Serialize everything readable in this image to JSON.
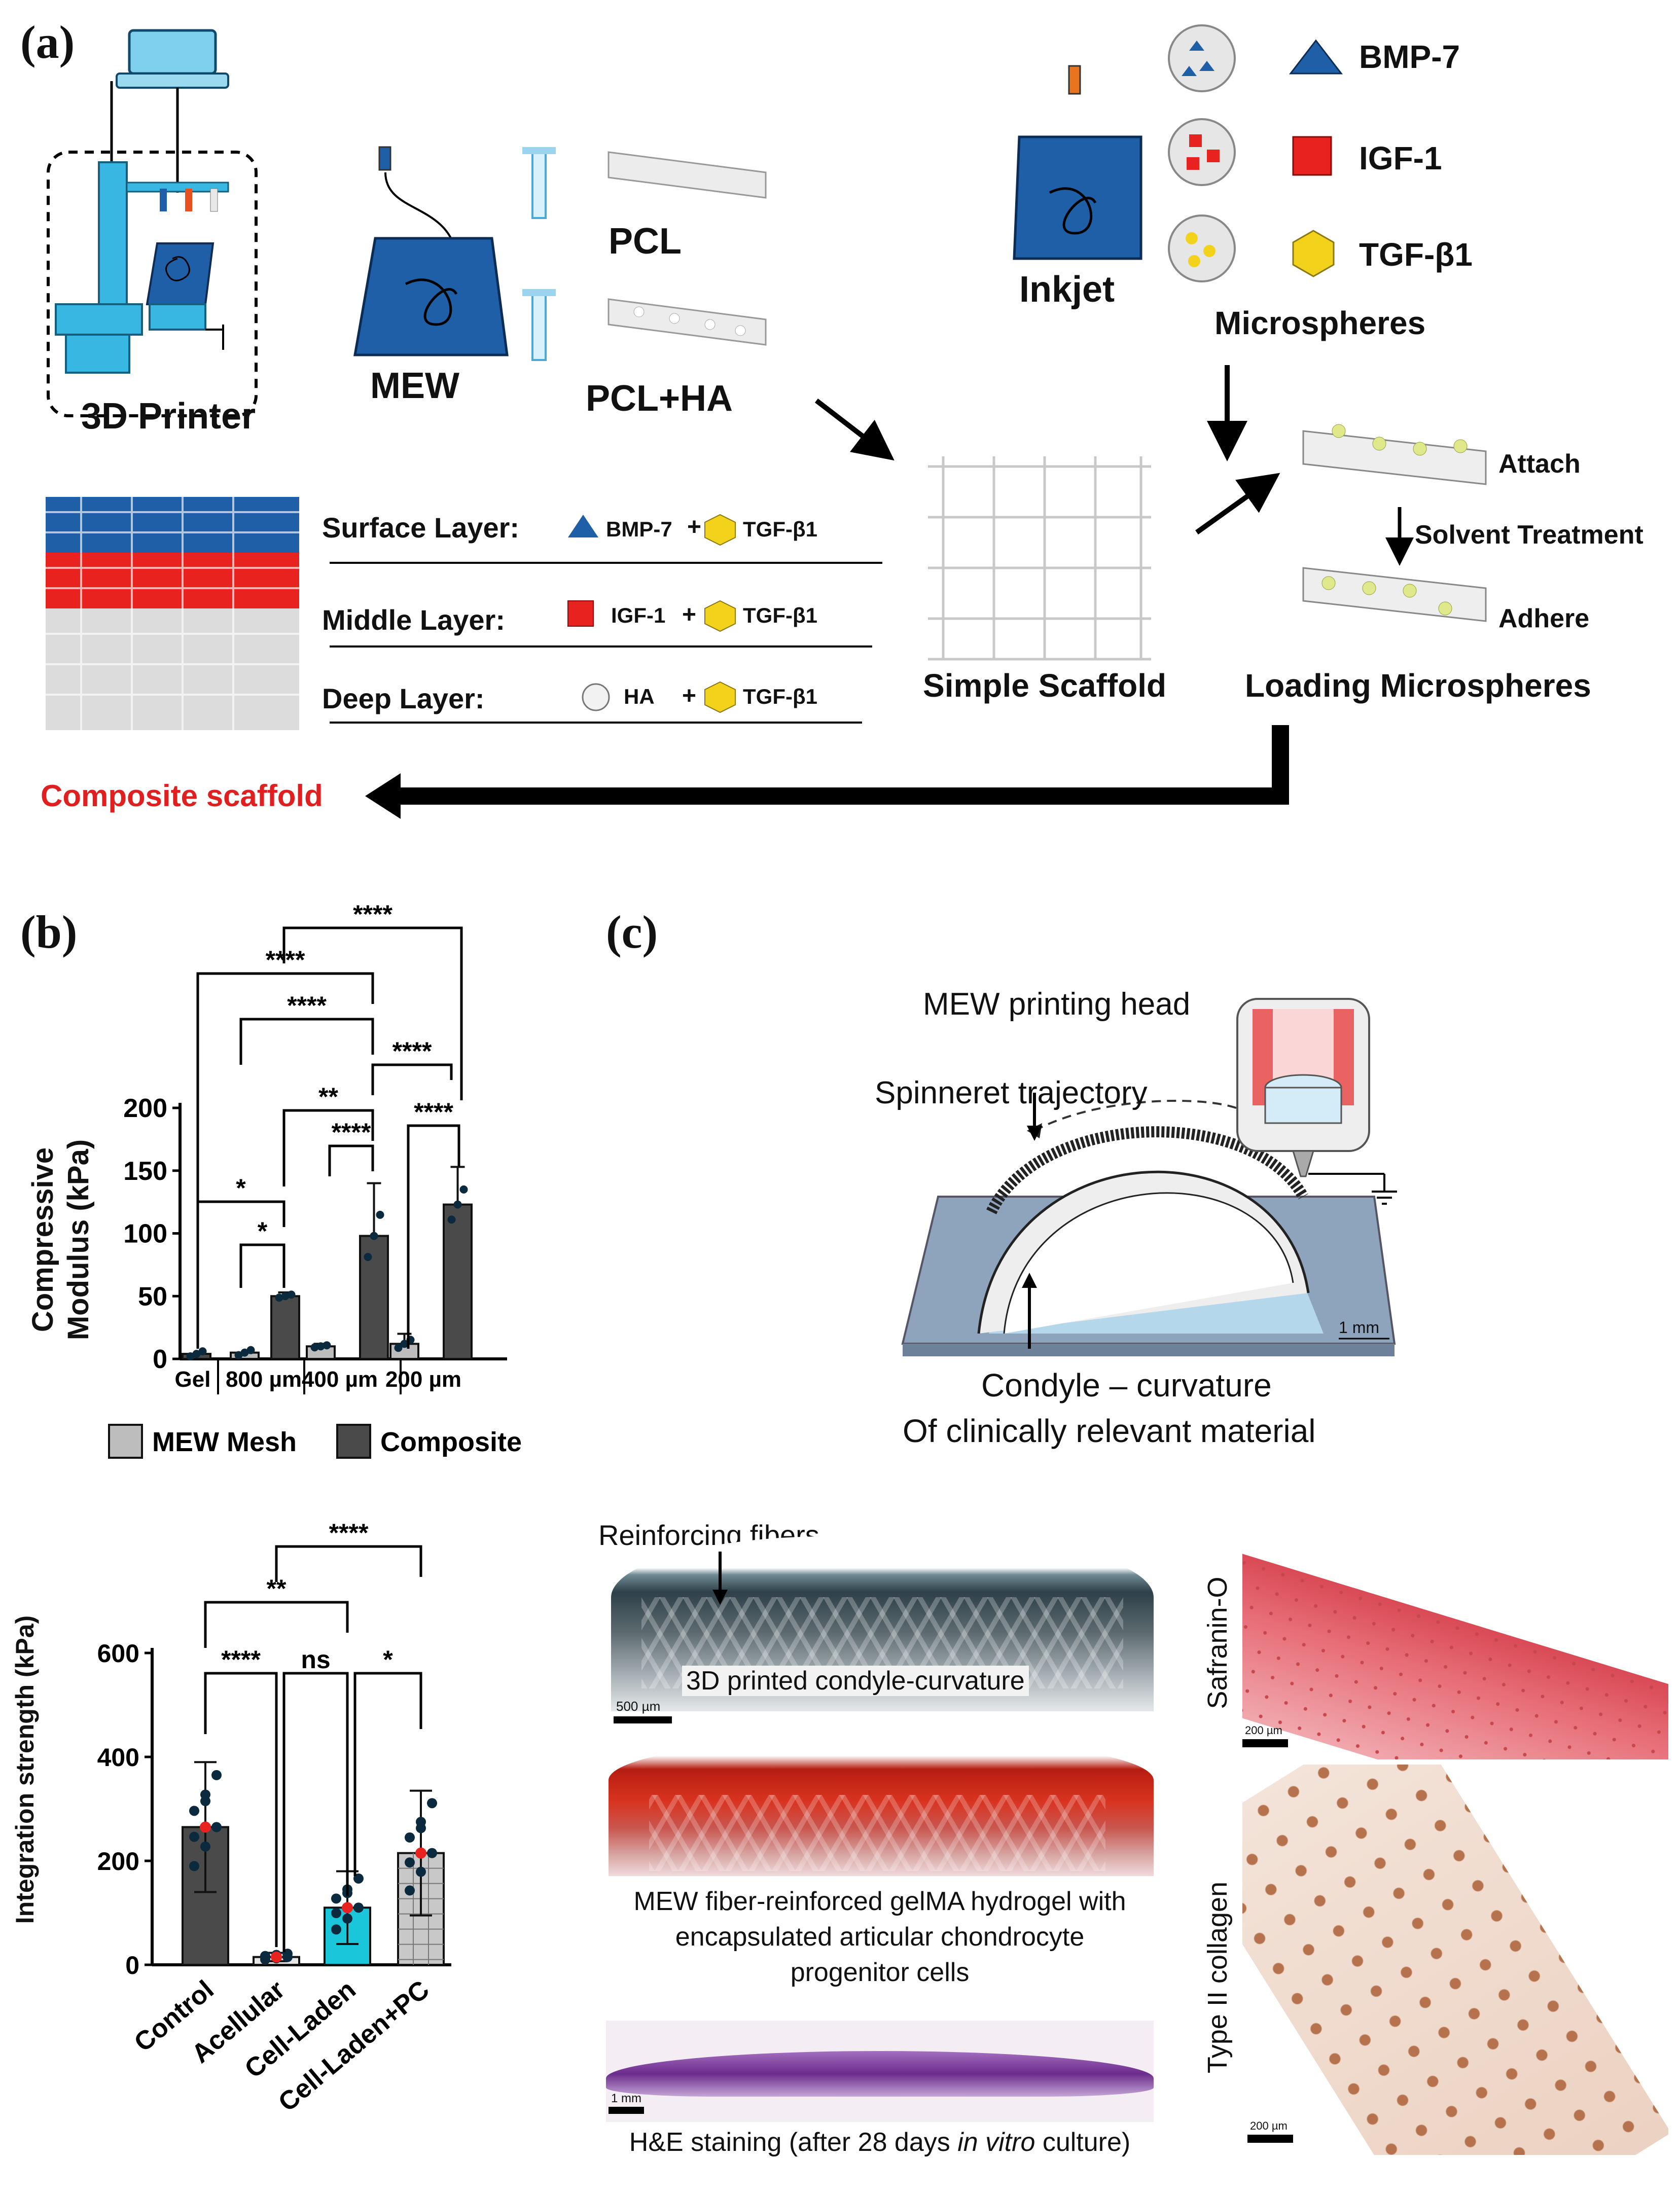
{
  "panel_a": {
    "label": "(a)",
    "printer_label": "3D Printer",
    "mew_label": "MEW",
    "pcl_label": "PCL",
    "pclha_label": "PCL+HA",
    "inkjet_label": "Inkjet",
    "microspheres_label": "Microspheres",
    "factors": [
      "BMP-7",
      "IGF-1",
      "TGF-β1"
    ],
    "layers": [
      {
        "name": "Surface Layer:",
        "a": "BMP-7",
        "plus": "+",
        "b": "TGF-β1"
      },
      {
        "name": "Middle Layer:",
        "a": "IGF-1",
        "plus": "+",
        "b": "TGF-β1"
      },
      {
        "name": "Deep Layer:",
        "a": "HA",
        "plus": "+",
        "b": "TGF-β1"
      }
    ],
    "simple_scaffold": "Simple Scaffold",
    "attach": "Attach",
    "solvent": "Solvent Treatment",
    "adhere": "Adhere",
    "loading": "Loading Microspheres",
    "composite": "Composite scaffold",
    "colors": {
      "blue": "#1f5fa8",
      "red": "#e8231f",
      "yellow": "#f2d21b",
      "composite_text": "#e02020"
    }
  },
  "panel_b": {
    "label": "(b)",
    "chart_data": [
      {
        "type": "bar",
        "ylabel": "Compressive Modulus (kPa)",
        "ylim": [
          0,
          200
        ],
        "yticks": [
          "0",
          "50",
          "100",
          "150",
          "200"
        ],
        "groups": [
          "Gel",
          "800 µm",
          "400 µm",
          "200 µm"
        ],
        "series": [
          {
            "name": "MEW Mesh",
            "values": [
              null,
              5,
              10,
              12
            ]
          },
          {
            "name": "Composite",
            "values": [
              4,
              50,
              98,
              123
            ]
          }
        ],
        "errors": {
          "MEW Mesh": [
            null,
            0,
            2,
            8
          ],
          "Composite": [
            0,
            3,
            42,
            30
          ]
        },
        "legend": [
          "MEW Mesh",
          "Composite"
        ],
        "significance": [
          "****",
          "****",
          "****",
          "****",
          "**",
          "****",
          "****",
          "*",
          "*"
        ]
      },
      {
        "type": "bar",
        "ylabel": "Integration strength (kPa)",
        "ylim": [
          0,
          600
        ],
        "yticks": [
          "0",
          "200",
          "400",
          "600"
        ],
        "categories": [
          "Control",
          "Acellular",
          "Cell-Laden",
          "Cell-Laden+PC"
        ],
        "values": [
          265,
          15,
          110,
          215
        ],
        "errors": [
          125,
          8,
          70,
          120
        ],
        "significance": [
          "****",
          "**",
          "****",
          "ns",
          "*"
        ]
      }
    ]
  },
  "panel_c": {
    "label": "(c)",
    "printing_head": "MEW printing head",
    "trajectory": "Spinneret trajectory",
    "condyle_line1": "Condyle – curvature",
    "condyle_line2": "Of clinically relevant material",
    "scale_1mm": "1 mm",
    "reinforcing": "Reinforcing fibers",
    "printed_caption": "3D printed condyle-curvature",
    "scale_500": "500 µm",
    "gelma_line1": "MEW fiber-reinforced gelMA hydrogel with",
    "gelma_line2": "encapsulated articular chondrocyte",
    "gelma_line3": "progenitor cells",
    "he_caption_a": "H&E staining (after 28 days ",
    "he_caption_b": "in vitro",
    "he_caption_c": " culture)",
    "safranin": "Safranin-O",
    "collagen": "Type II collagen",
    "scale_200": "200 µm"
  }
}
